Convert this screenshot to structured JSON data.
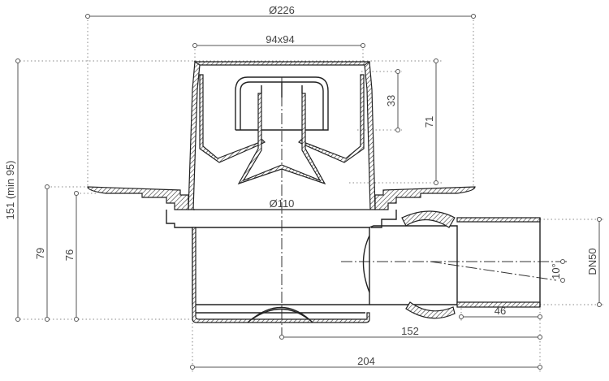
{
  "dimensions": {
    "flange_diameter": "Ø226",
    "grate_size": "94x94",
    "body_diameter": "Ø110",
    "total_height": "151 (min 95)",
    "height_79": "79",
    "height_76": "76",
    "height_71": "71",
    "height_33": "33",
    "outlet": "DN50",
    "slope": "10°",
    "length_46": "46",
    "length_152": "152",
    "length_204": "204"
  }
}
